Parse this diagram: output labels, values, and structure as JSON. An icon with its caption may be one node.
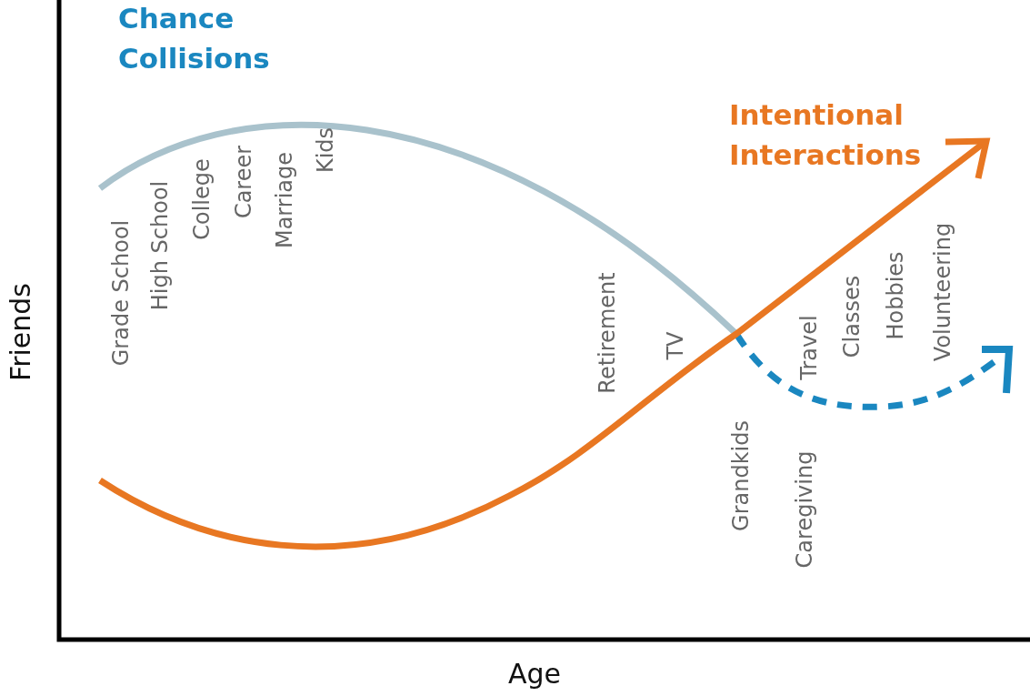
{
  "diagram": {
    "labels": [
      "Chance Collisions",
      "Intentional Interactions",
      "Grade School",
      "High School",
      "College",
      "Career",
      "Marriage",
      "Kids",
      "Retirement",
      "TV",
      "Grandkids",
      "Caregiving",
      "Travel",
      "Classes",
      "Hobbies",
      "Volunteering",
      "Friends",
      "Age"
    ]
  }
}
